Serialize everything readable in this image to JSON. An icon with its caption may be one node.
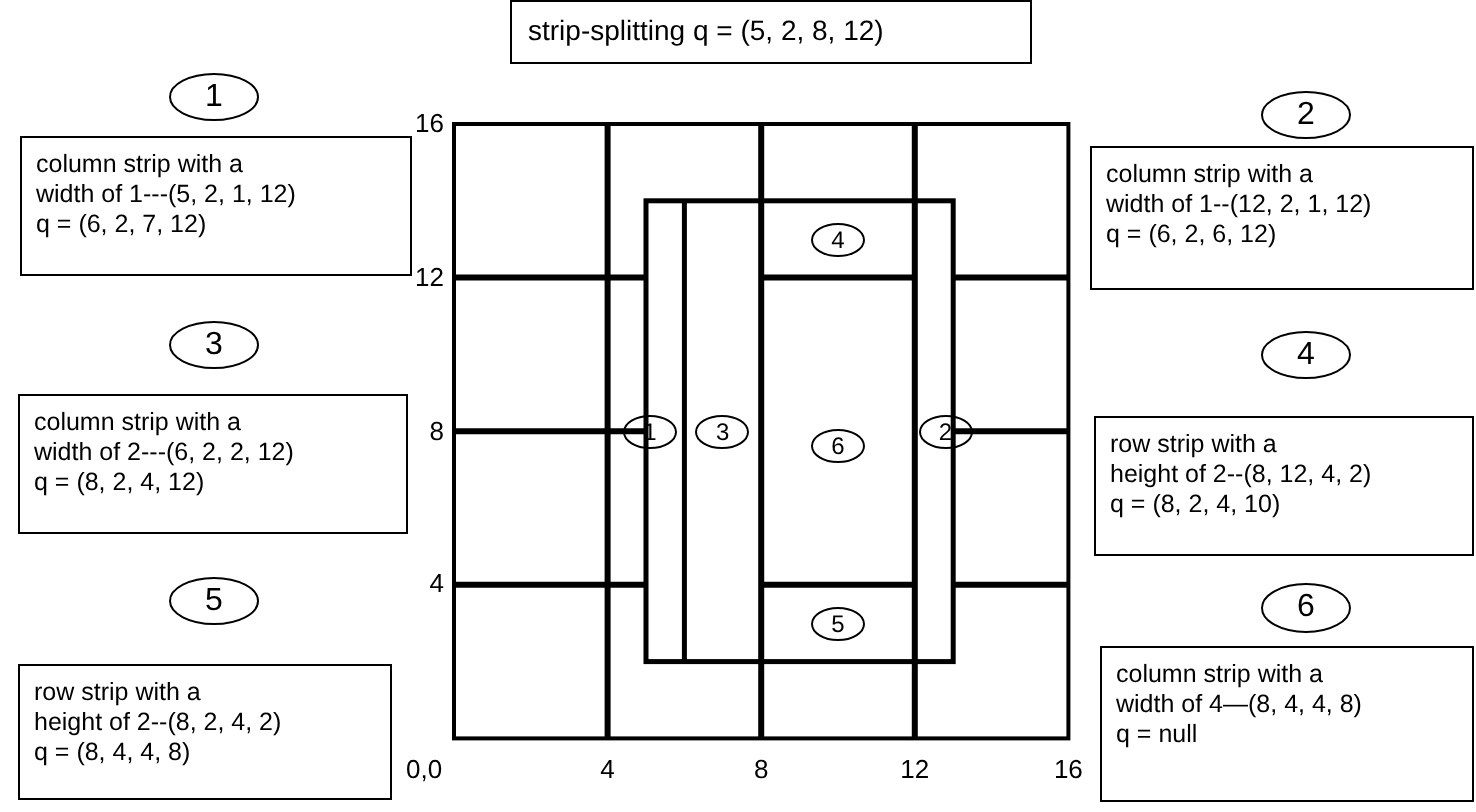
{
  "diagram": {
    "nodes": [
      {
        "text": [
          "strip-splitting q = (5, 2, 8, 12)"
        ]
      },
      {
        "text": [
          "1"
        ]
      },
      {
        "text": [
          "column strip with a width of 1---(5, 2, 1, 12)",
          "q = (6, 2, 7, 12)"
        ]
      },
      {
        "text": [
          "2"
        ]
      },
      {
        "text": [
          "column strip with a width of 1--(12, 2, 1, 12)",
          "q = (6, 2, 6, 12)"
        ]
      },
      {
        "text": [
          "3"
        ]
      },
      {
        "text": [
          "column strip with a width of 2---(6, 2, 2, 12)",
          "q = (8, 2, 4, 12)"
        ]
      },
      {
        "text": [
          "4"
        ]
      },
      {
        "text": [
          "row strip with a height of 2--(8, 12, 4, 2)",
          "q = (8, 2, 4, 10)"
        ]
      },
      {
        "text": [
          "5"
        ]
      },
      {
        "text": [
          "row strip with a height of 2--(8, 2, 4, 2)",
          "q = (8, 4, 4, 8)"
        ]
      },
      {
        "text": [
          "6"
        ]
      },
      {
        "text": [
          "column strip with a width of 4—(8, 4, 4, 8)",
          "q = null"
        ]
      },
      {
        "text": [
          "4"
        ]
      },
      {
        "text": [
          "1"
        ]
      },
      {
        "text": [
          "3"
        ]
      },
      {
        "text": [
          "6"
        ]
      },
      {
        "text": [
          "2"
        ]
      },
      {
        "text": [
          "5"
        ]
      }
    ],
    "labels": [
      "16",
      "12",
      "8",
      "4",
      "0,0",
      "4",
      "8",
      "12",
      "16"
    ]
  }
}
